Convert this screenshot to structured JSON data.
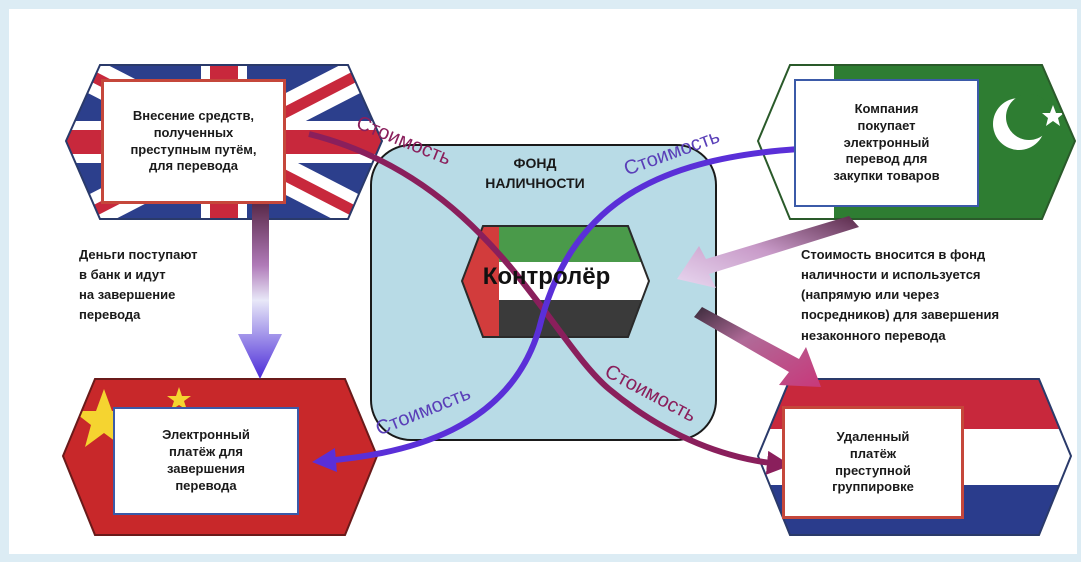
{
  "nodes": {
    "deposit": "Внесение средств,\nполученных\nпреступным путём,\nдля перевода",
    "company": "Компания\nпокупает\nэлектронный\nперевод для\nзакупки товаров",
    "payment": "Электронный\nплатёж для\nзавершения\nперевода",
    "remote": "Удаленный\nплатёж\nпреступной\nгруппировке"
  },
  "fund": {
    "title": "ФОНД\nНАЛИЧНОСТИ",
    "controller": "Контролёр"
  },
  "notes": {
    "left": "Деньги поступают\nв банк и идут\nна завершение\nперевода",
    "right": "Стоимость вносится в фонд\nналичности и используется\n(напрямую или через\nпосредников) для завершения\nнезаконного перевода"
  },
  "cost_labels": {
    "top_left": "Стоимость",
    "top_right": "Стоимость",
    "bottom_left": "Стоимость",
    "bottom_right": "Стоимость"
  },
  "colors": {
    "flow_red": "#8a1f5c",
    "flow_blue": "#5a2fd8",
    "fund_fill": "#b8dbe6",
    "uk_blue": "#2c3f8c",
    "uk_red": "#c8283c",
    "pk_green": "#2e7d32",
    "cn_red": "#c8282a",
    "cn_yellow": "#f5d430",
    "nl_red": "#c8283c",
    "nl_blue": "#2a3c8c",
    "uae_green": "#4a9a4a",
    "uae_red": "#d23c3c",
    "uae_black": "#3a3a3a"
  },
  "flags": {
    "top_left": "uk-flag",
    "top_right": "pakistan-flag",
    "bottom_left": "china-flag",
    "bottom_right": "netherlands-flag",
    "center": "uae-flag"
  }
}
